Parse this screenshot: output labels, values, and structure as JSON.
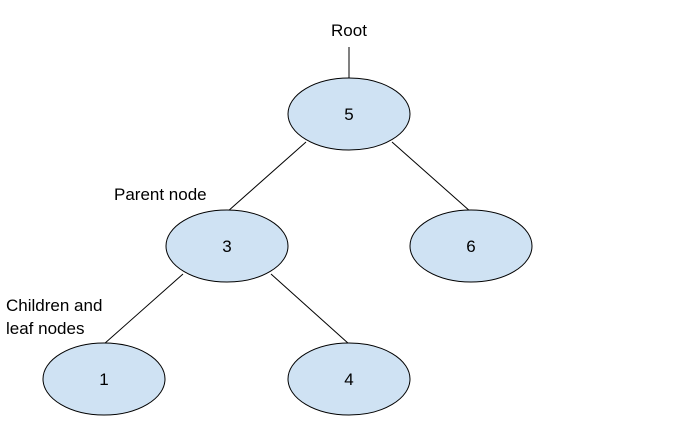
{
  "tree": {
    "node_fill": "#cfe2f3",
    "node_stroke": "#000000",
    "nodes": [
      {
        "id": "n5",
        "label": "5",
        "role": "root"
      },
      {
        "id": "n3",
        "label": "3",
        "role": "parent"
      },
      {
        "id": "n6",
        "label": "6",
        "role": "leaf"
      },
      {
        "id": "n1",
        "label": "1",
        "role": "leaf"
      },
      {
        "id": "n4",
        "label": "4",
        "role": "leaf"
      }
    ],
    "edges": [
      {
        "from": "n5",
        "to": "n3"
      },
      {
        "from": "n5",
        "to": "n6"
      },
      {
        "from": "n3",
        "to": "n1"
      },
      {
        "from": "n3",
        "to": "n4"
      }
    ]
  },
  "annotations": {
    "root": "Root",
    "parent": "Parent node",
    "children_line1": "Children and",
    "children_line2": "leaf nodes"
  }
}
